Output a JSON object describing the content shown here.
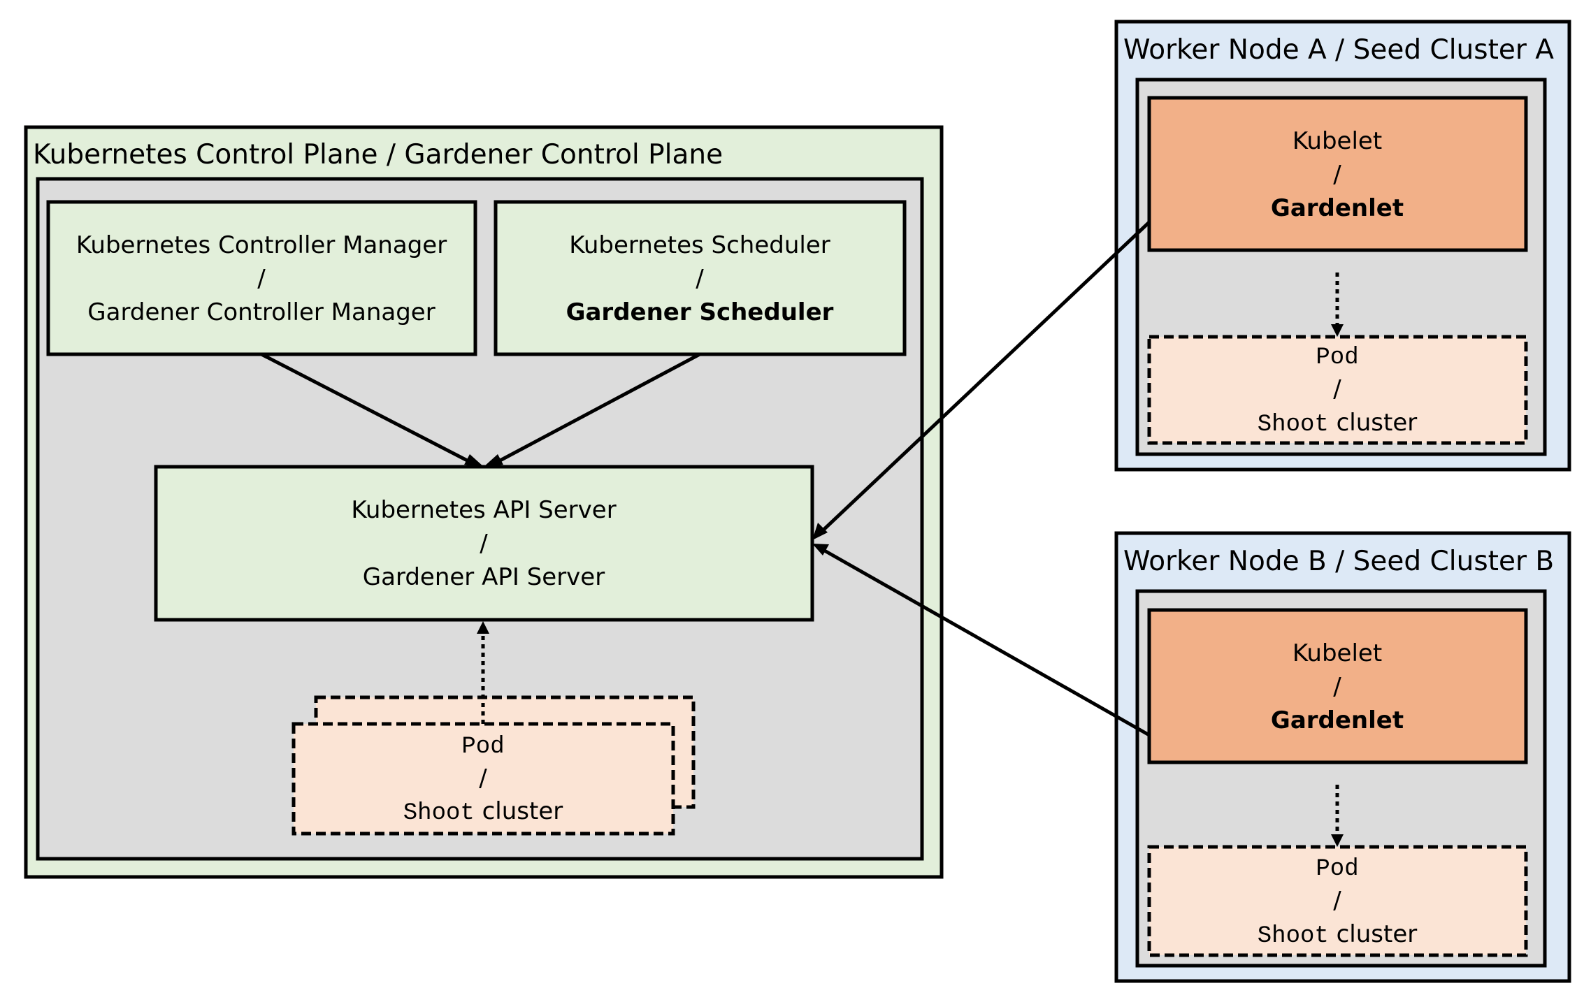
{
  "control_plane": {
    "title": "Kubernetes Control Plane / Gardener Control Plane",
    "controller_manager": {
      "line1": "Kubernetes Controller Manager",
      "sep": "/",
      "line2": "Gardener Controller Manager"
    },
    "scheduler": {
      "line1": "Kubernetes Scheduler",
      "sep": "/",
      "line2": "Gardener Scheduler"
    },
    "api_server": {
      "line1": "Kubernetes API Server",
      "sep": "/",
      "line2": "Gardener API Server"
    },
    "pod": {
      "line1": "Pod",
      "sep": "/",
      "line2_mono": "Shoot",
      "line2_rest": " cluster"
    }
  },
  "worker_a": {
    "title": "Worker Node A / Seed Cluster A",
    "kubelet": {
      "line1": "Kubelet",
      "sep": "/",
      "line2": "Gardenlet"
    },
    "pod": {
      "line1": "Pod",
      "sep": "/",
      "line2_mono": "Shoot",
      "line2_rest": " cluster"
    }
  },
  "worker_b": {
    "title": "Worker Node B / Seed Cluster B",
    "kubelet": {
      "line1": "Kubelet",
      "sep": "/",
      "line2": "Gardenlet"
    },
    "pod": {
      "line1": "Pod",
      "sep": "/",
      "line2_mono": "Shoot",
      "line2_rest": " cluster"
    }
  },
  "colors": {
    "control_plane_bg": "#e2efda",
    "inner_bg": "#dcdcdc",
    "component_bg": "#e2efda",
    "worker_bg": "#dde9f6",
    "kubelet_bg": "#f2b088",
    "pod_bg": "#fbe4d5",
    "line": "#000000"
  }
}
